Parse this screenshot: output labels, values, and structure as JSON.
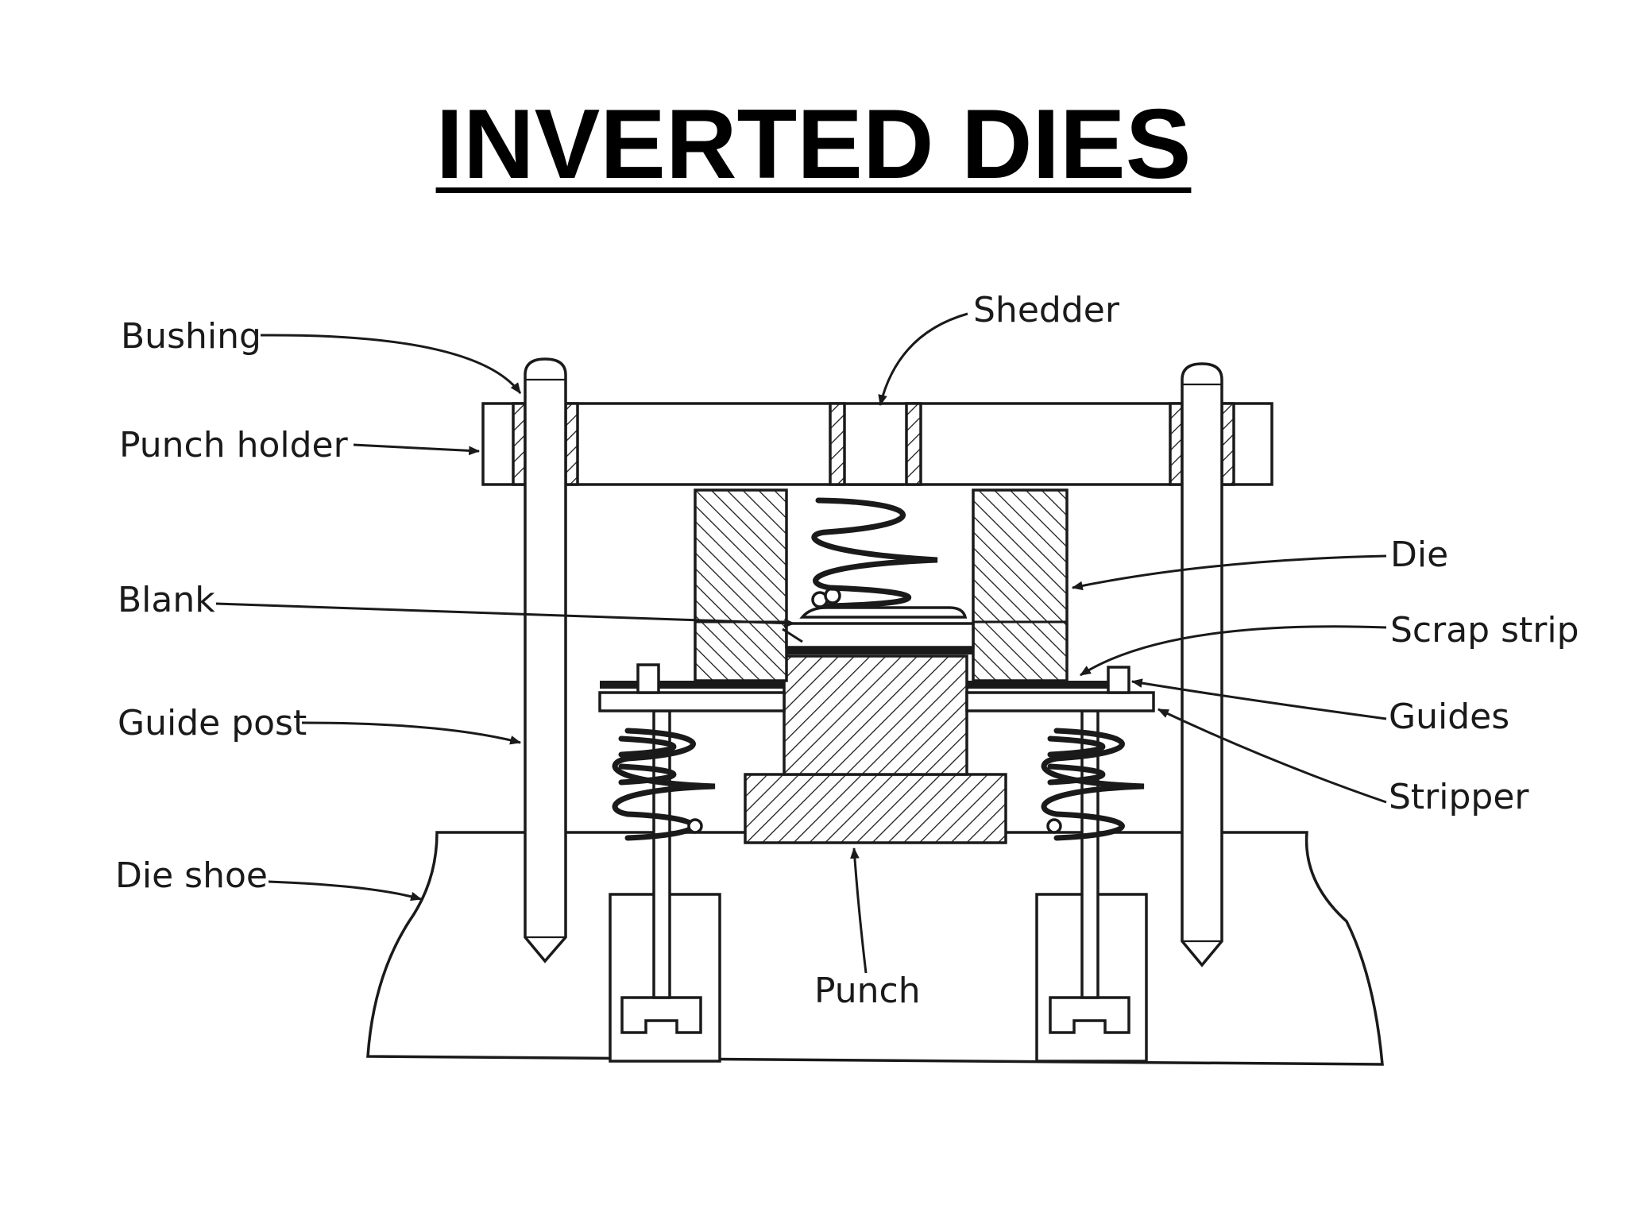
{
  "title": "INVERTED DIES",
  "labels": {
    "bushing": "Bushing",
    "punch_holder": "Punch holder",
    "blank": "Blank",
    "guide_post": "Guide post",
    "die_shoe": "Die shoe",
    "shedder": "Shedder",
    "die": "Die",
    "scrap_strip": "Scrap strip",
    "guides": "Guides",
    "stripper": "Stripper",
    "punch": "Punch"
  }
}
